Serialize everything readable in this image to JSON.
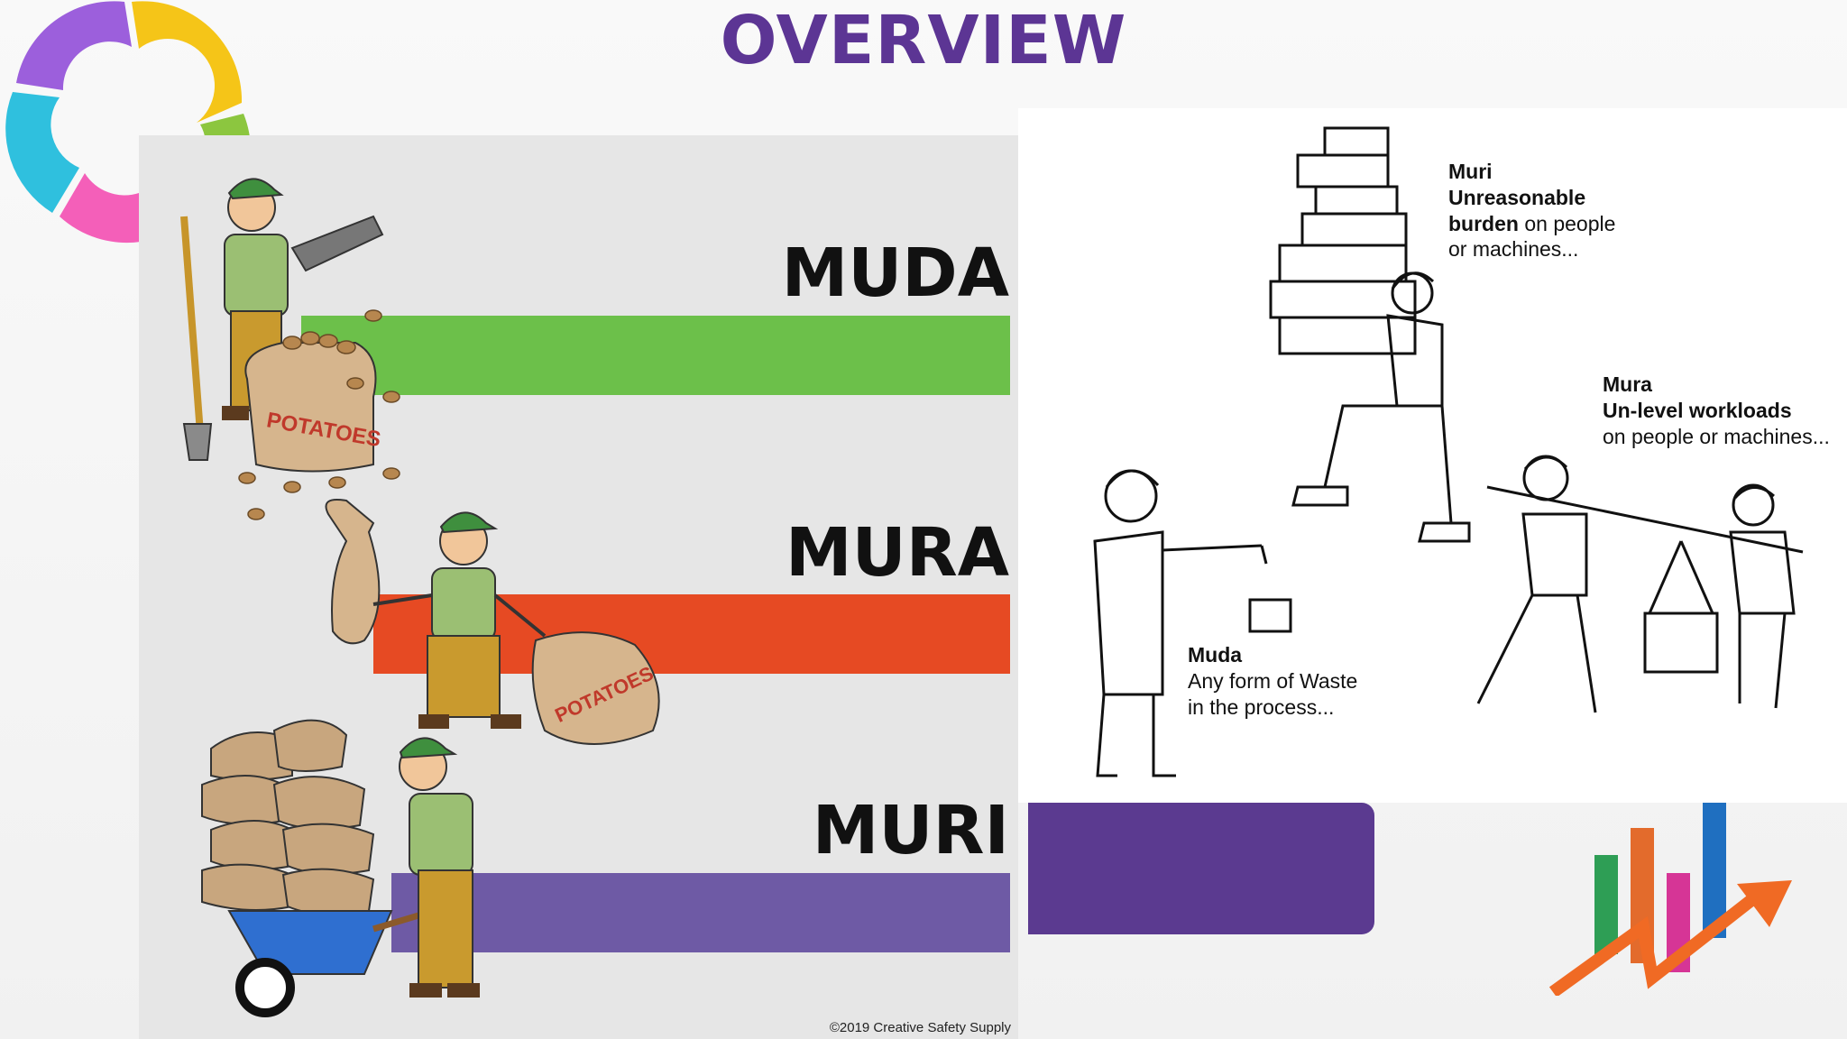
{
  "header": {
    "title": "OVERVIEW"
  },
  "left_panel": {
    "bands": [
      {
        "label": "MUDA",
        "color": "#6cc04a"
      },
      {
        "label": "MURA",
        "color": "#e64a23"
      },
      {
        "label": "MURI",
        "color": "#6e4ba3"
      }
    ],
    "sack_text": "POTATOES",
    "copyright": "©2019 Creative Safety Supply"
  },
  "right_panel": {
    "muri": {
      "line1": "Muri",
      "line2": "Unreasonable",
      "line3_bold": "burden",
      "line3_rest": " on people",
      "line4": "or machines..."
    },
    "mura": {
      "line1": "Mura",
      "line2": "Un-level workloads",
      "line3": "on people or machines..."
    },
    "muda": {
      "line1": "Muda",
      "line2": "Any form of Waste",
      "line3": "in the process..."
    }
  },
  "colors": {
    "title": "#5c3594",
    "purple_box": "#5b3a90"
  },
  "icons": [
    "cycle-logo-icon",
    "growth-chart-logo-icon"
  ]
}
